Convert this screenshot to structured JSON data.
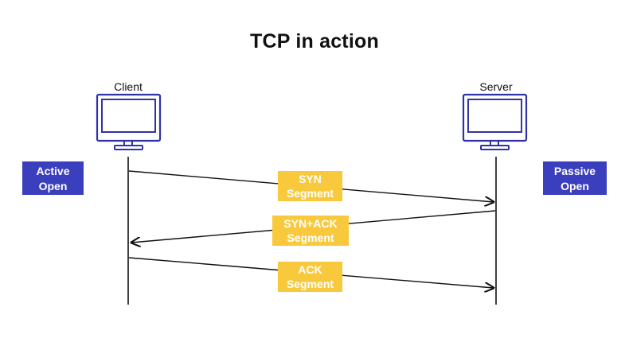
{
  "title": "TCP in action",
  "client": {
    "label": "Client"
  },
  "server": {
    "label": "Server"
  },
  "left_state": {
    "line1": "Active",
    "line2": "Open"
  },
  "right_state": {
    "line1": "Passive",
    "line2": "Open"
  },
  "segments": [
    {
      "line1": "SYN",
      "line2": "Segment",
      "direction": "client-to-server"
    },
    {
      "line1": "SYN+ACK",
      "line2": "Segment",
      "direction": "server-to-client"
    },
    {
      "line1": "ACK",
      "line2": "Segment",
      "direction": "client-to-server"
    }
  ],
  "colors": {
    "accent": "#3c3fbd",
    "segment": "#f8c93c",
    "line": "#111111"
  }
}
